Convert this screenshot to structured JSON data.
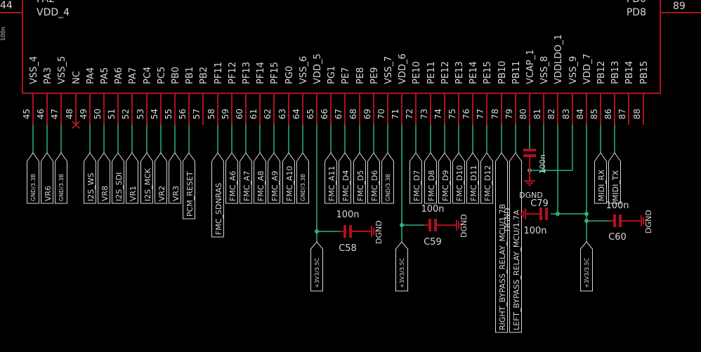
{
  "chip": {
    "top_left_pins": [
      "PA2",
      "VDD_4"
    ],
    "top_left_num": "44",
    "top_right_pins": [
      "PD0",
      "PD8"
    ],
    "top_right_num": "89",
    "edge_text": "100n"
  },
  "pins": [
    {
      "name": "VSS_4",
      "num": "45"
    },
    {
      "name": "PA3",
      "num": "46"
    },
    {
      "name": "VSS_5",
      "num": "47"
    },
    {
      "name": "NC",
      "num": "48"
    },
    {
      "name": "PA4",
      "num": "49"
    },
    {
      "name": "PA5",
      "num": "50"
    },
    {
      "name": "PA6",
      "num": "51"
    },
    {
      "name": "PA7",
      "num": "52"
    },
    {
      "name": "PC4",
      "num": "53"
    },
    {
      "name": "PC5",
      "num": "54"
    },
    {
      "name": "PB0",
      "num": "55"
    },
    {
      "name": "PB1",
      "num": "56"
    },
    {
      "name": "PB2",
      "num": "57"
    },
    {
      "name": "PF11",
      "num": "58"
    },
    {
      "name": "PF12",
      "num": "59"
    },
    {
      "name": "PF13",
      "num": "60"
    },
    {
      "name": "PF14",
      "num": "61"
    },
    {
      "name": "PF15",
      "num": "62"
    },
    {
      "name": "PG0",
      "num": "63"
    },
    {
      "name": "VSS_6",
      "num": "64"
    },
    {
      "name": "VDD_5",
      "num": "65"
    },
    {
      "name": "PG1",
      "num": "66"
    },
    {
      "name": "PE7",
      "num": "67"
    },
    {
      "name": "PE8",
      "num": "68"
    },
    {
      "name": "PE9",
      "num": "69"
    },
    {
      "name": "VSS_7",
      "num": "70"
    },
    {
      "name": "VDD_6",
      "num": "71"
    },
    {
      "name": "PE10",
      "num": "72"
    },
    {
      "name": "PE11",
      "num": "73"
    },
    {
      "name": "PE12",
      "num": "74"
    },
    {
      "name": "PE13",
      "num": "75"
    },
    {
      "name": "PE14",
      "num": "76"
    },
    {
      "name": "PE15",
      "num": "77"
    },
    {
      "name": "PB10",
      "num": "78"
    },
    {
      "name": "PB11",
      "num": "79"
    },
    {
      "name": "VCAP_1",
      "num": "80"
    },
    {
      "name": "VSS_8",
      "num": "81"
    },
    {
      "name": "VDDLDO_1",
      "num": "82"
    },
    {
      "name": "VSS_9",
      "num": "83"
    },
    {
      "name": "VDD_7",
      "num": "84"
    },
    {
      "name": "PB12",
      "num": "85"
    },
    {
      "name": "PB13",
      "num": "86"
    },
    {
      "name": "PB14",
      "num": "87"
    },
    {
      "name": "PB15",
      "num": "88"
    }
  ],
  "net_labels": [
    {
      "pin": "45",
      "text": "GND/3.3B"
    },
    {
      "pin": "46",
      "text": "VR6"
    },
    {
      "pin": "47",
      "text": "GND/3.3B"
    },
    {
      "pin": "49",
      "text": "I2S_WS"
    },
    {
      "pin": "50",
      "text": "VR8"
    },
    {
      "pin": "51",
      "text": "I2S_SDI"
    },
    {
      "pin": "52",
      "text": "VR1"
    },
    {
      "pin": "53",
      "text": "I2S_MCK"
    },
    {
      "pin": "54",
      "text": "VR2"
    },
    {
      "pin": "55",
      "text": "VR3"
    },
    {
      "pin": "56",
      "text": "PCM_RESET"
    },
    {
      "pin": "58",
      "text": "FMC_SDNRAS"
    },
    {
      "pin": "59",
      "text": "FMC_A6"
    },
    {
      "pin": "60",
      "text": "FMC_A7"
    },
    {
      "pin": "61",
      "text": "FMC_A8"
    },
    {
      "pin": "62",
      "text": "FMC_A9"
    },
    {
      "pin": "63",
      "text": "FMC_A10"
    },
    {
      "pin": "64",
      "text": "GND/3.3B"
    },
    {
      "pin": "66",
      "text": "FMC_A11"
    },
    {
      "pin": "67",
      "text": "FMC_D4"
    },
    {
      "pin": "68",
      "text": "FMC_D5"
    },
    {
      "pin": "69",
      "text": "FMC_D6"
    },
    {
      "pin": "70",
      "text": "GND/3.3B"
    },
    {
      "pin": "72",
      "text": "FMC_D7"
    },
    {
      "pin": "73",
      "text": "FMC_D8"
    },
    {
      "pin": "74",
      "text": "FMC_D9"
    },
    {
      "pin": "75",
      "text": "FMC_D10"
    },
    {
      "pin": "76",
      "text": "FMC_D11"
    },
    {
      "pin": "77",
      "text": "FMC_D12"
    },
    {
      "pin": "78",
      "text": "RIGHT_BYPASS_RELAY_MCU/1.7B"
    },
    {
      "pin": "79",
      "text": "LEFT_BYPASS_RELAY_MCU/1.7A"
    },
    {
      "pin": "85",
      "text": "MIDI_RX"
    },
    {
      "pin": "86",
      "text": "MIDI_TX"
    }
  ],
  "supply_labels": [
    "+3V3/3.5C",
    "+3V3/3.5C",
    "+3V3/3.5C"
  ],
  "capacitors": [
    {
      "name": "C58",
      "value": "100n",
      "ground": "DGND"
    },
    {
      "name": "C59",
      "value": "100n",
      "ground": "DGND"
    },
    {
      "name": "C79",
      "value": "100n",
      "ground": "DGND"
    },
    {
      "name": "C60",
      "value": "100n",
      "ground": "DGND"
    }
  ],
  "vcap": {
    "value": "100n",
    "ground": "DGND"
  },
  "colors": {
    "background": "#000000",
    "chip_outline": "#b01020",
    "wire": "#2db37a",
    "component": "#b01020",
    "text": "#d8d8d8",
    "nc_mark": "#cc2020"
  }
}
